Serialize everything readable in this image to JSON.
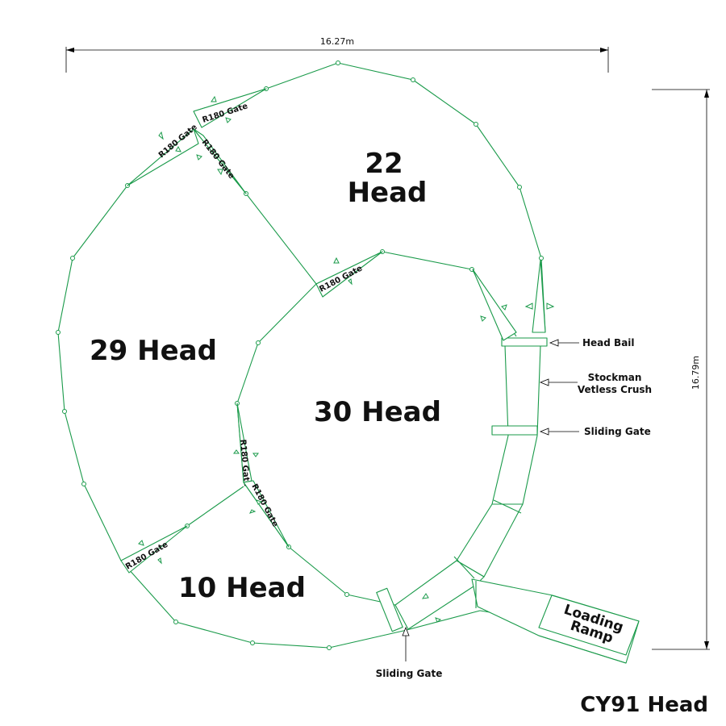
{
  "dimensions": {
    "width": "16.27m",
    "height": "16.79m"
  },
  "pens": [
    {
      "id": "pen-22",
      "label_line1": "22",
      "label_line2": "Head"
    },
    {
      "id": "pen-29",
      "label": "29 Head"
    },
    {
      "id": "pen-30",
      "label": "30 Head"
    },
    {
      "id": "pen-10",
      "label": "10 Head"
    }
  ],
  "gates": {
    "top_a": "R180 Gate",
    "top_b": "R180 Gate",
    "top_c": "R180 Gate",
    "mid": "R180 Gate",
    "left_a": "R180 Gate",
    "left_b": "R180 Gate",
    "bottom_left": "R180 Gate"
  },
  "annotations": {
    "head_bail": "Head Bail",
    "crush_line1": "Stockman",
    "crush_line2": "Vetless Crush",
    "sliding_gate_right": "Sliding Gate",
    "sliding_gate_bottom": "Sliding Gate",
    "loading_ramp_line1": "Loading",
    "loading_ramp_line2": "Ramp"
  },
  "model": "CY91 Head",
  "colors": {
    "fence": "#1a9a4a",
    "text": "#111111"
  }
}
